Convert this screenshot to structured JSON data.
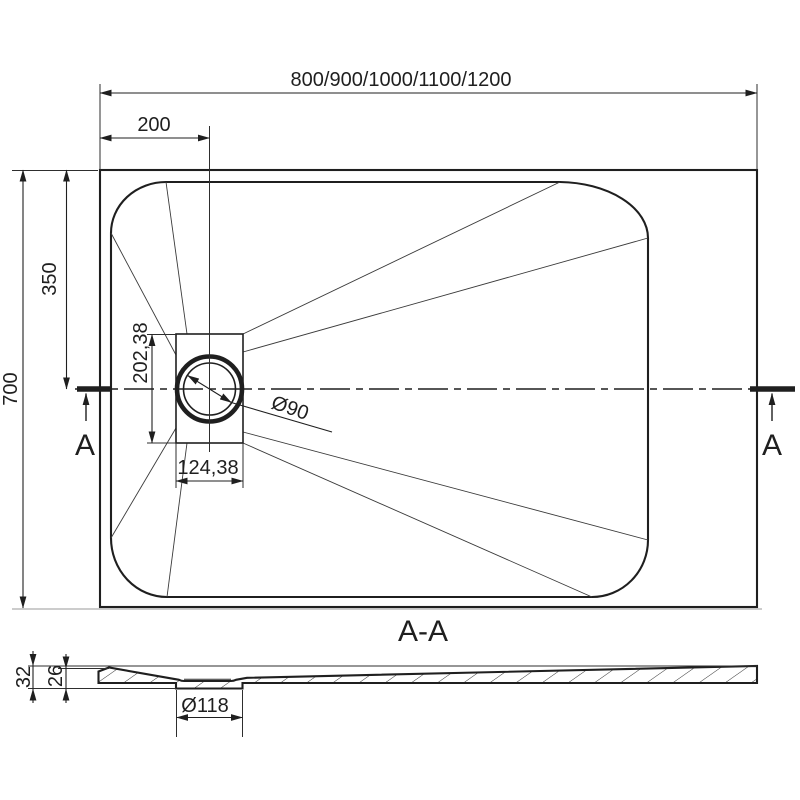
{
  "meta": {
    "background": "#ffffff",
    "ink_color": "#1f1f1f",
    "drawing_type": "shower-tray-dimension-drawing"
  },
  "top_view": {
    "width_series": "800/900/1000/1100/1200",
    "drain_offset_x": "200",
    "depth": "700",
    "drain_center_from_top": "350",
    "recess_height": "202,38",
    "recess_width": "124,38",
    "drain_diameter": "Ø90",
    "cut_label_left": "A",
    "cut_label_right": "A"
  },
  "section_view": {
    "title": "A-A",
    "overall_height": "32",
    "rim_height": "26",
    "waste_hole_diameter": "Ø118"
  }
}
